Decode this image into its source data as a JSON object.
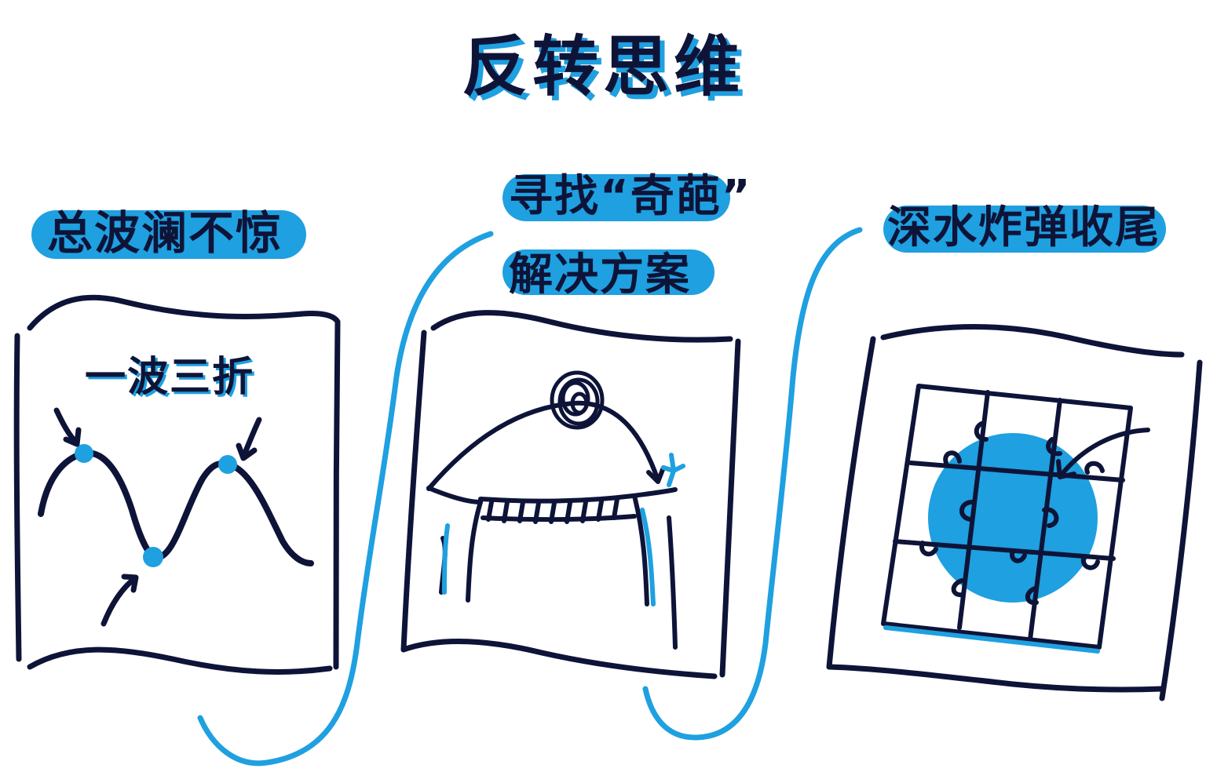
{
  "title": "反转思维",
  "panels": [
    {
      "heading": "总波澜不惊",
      "subheading": "一波三折"
    },
    {
      "heading_line1": "寻找“奇葩”",
      "heading_line2": "解决方案"
    },
    {
      "heading": "深水炸弹收尾"
    }
  ],
  "colors": {
    "ink": "#0e1438",
    "accent": "#1fa0e0",
    "background": "#ffffff"
  }
}
